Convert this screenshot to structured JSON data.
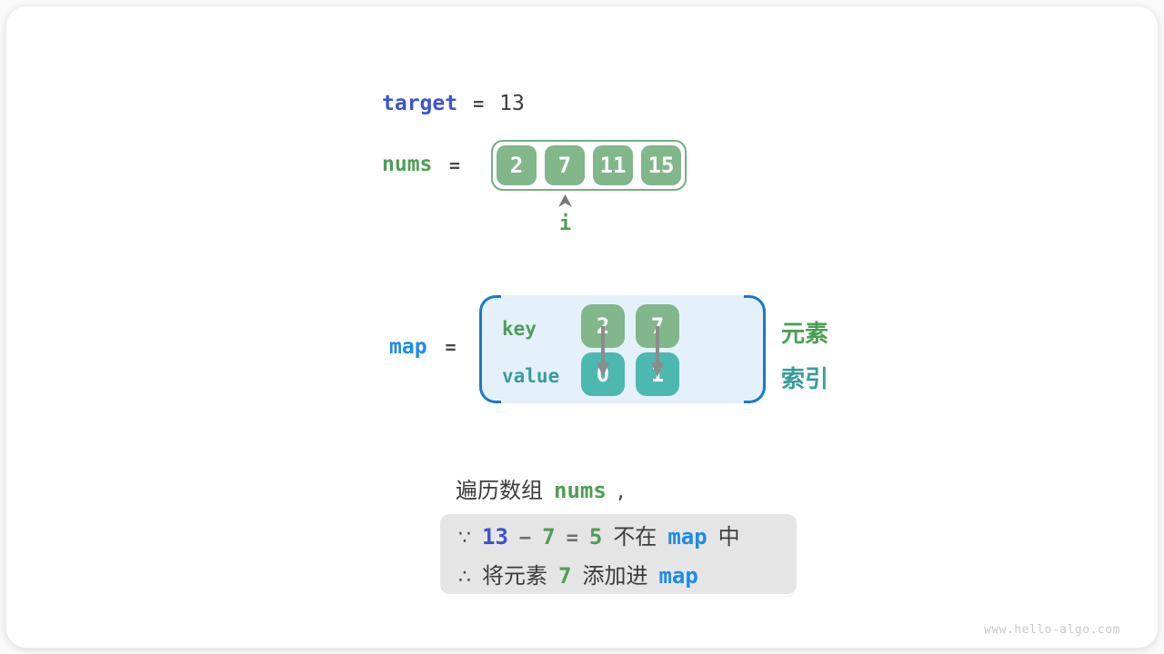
{
  "colors": {
    "royal_blue": "#3b54d0",
    "azure_blue": "#1c8ce8",
    "bracket_blue": "#1879cf",
    "green_text": "#4e9e56",
    "green_fill": "#82b68b",
    "teal_text": "#3a9d99",
    "teal_fill": "#4db8b0",
    "dark_text": "#3c3c3c",
    "note_background": "#e5e5e5",
    "map_background": "#e4f1fa"
  },
  "target_line": {
    "label": "target",
    "equals": "=",
    "value": "13"
  },
  "nums_line": {
    "label": "nums",
    "equals": "=",
    "cells": [
      "2",
      "7",
      "11",
      "15"
    ],
    "pointer_label": "i"
  },
  "map_section": {
    "label": "map",
    "equals": "=",
    "key_label": "key",
    "value_label": "value",
    "keys": [
      "2",
      "7"
    ],
    "values": [
      "0",
      "1"
    ],
    "element_label": "元素",
    "index_label": "索引"
  },
  "caption": {
    "prefix": "遍历数组",
    "code": "nums",
    "comma": ","
  },
  "note_box": {
    "line1": {
      "because": "∵",
      "minuend": "13",
      "minus": "−",
      "subtrahend": "7",
      "equals": "=",
      "difference": "5",
      "not_in": "不在",
      "map": "map",
      "suffix": "中"
    },
    "line2": {
      "therefore": "∴",
      "prefix": "将元素",
      "number": "7",
      "middle": "添加进",
      "map": "map"
    }
  },
  "watermark": "www.hello-algo.com"
}
